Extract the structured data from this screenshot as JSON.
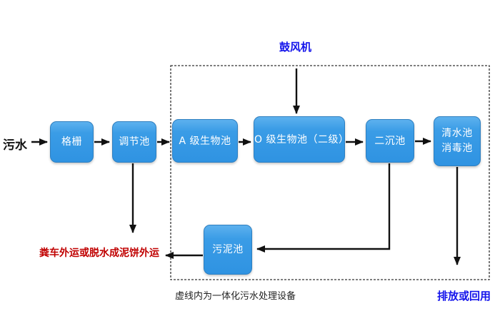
{
  "flowchart": {
    "source_label": "污水",
    "blower_label": "鼓风机",
    "discharge_label": "排放或回用",
    "sludge_disposal_label": "粪车外运或脱水成泥饼外运",
    "caption": "虚线内为一体化污水处理设备",
    "nodes": {
      "screen": "格栅",
      "regulating_tank": "调节池",
      "a_bio_tank": "A 级生物池",
      "o_bio_tank": "O 级生物池（二级）",
      "secondary_sedimentation_tank": "二沉池",
      "clean_water_tank": "清水池",
      "disinfection_tank": "消毒池",
      "sludge_tank": "污泥池"
    },
    "colors": {
      "box_fill": "#3a9ce6",
      "box_border": "#2e7fc0",
      "box_text": "#ffffff",
      "accent_blue_text": "#1414eb",
      "accent_red_text": "#c00000",
      "connector": "#111111",
      "boundary": "#333333"
    }
  }
}
